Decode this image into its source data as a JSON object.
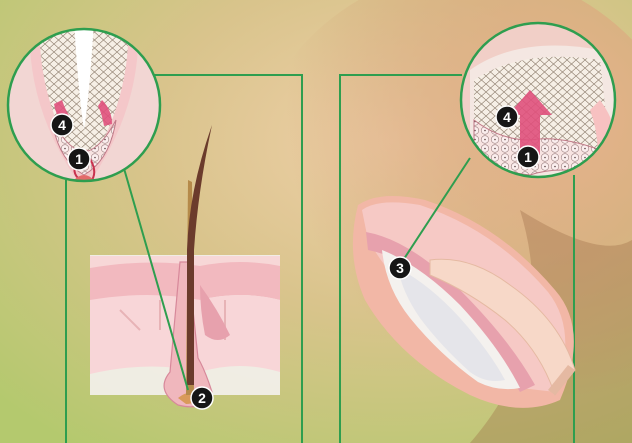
{
  "colors": {
    "leader_line": "#2e9e4f",
    "badge_fill": "#161616",
    "badge_text": "#ffffff",
    "skin_pink": "#f2b7c0",
    "hot_pink": "#e0507c",
    "background_green": "#b6cf72"
  },
  "callouts": {
    "c1_left": "1",
    "c4_left": "4",
    "c2": "2",
    "c3": "3",
    "c4_right": "4",
    "c1_right": "1"
  }
}
